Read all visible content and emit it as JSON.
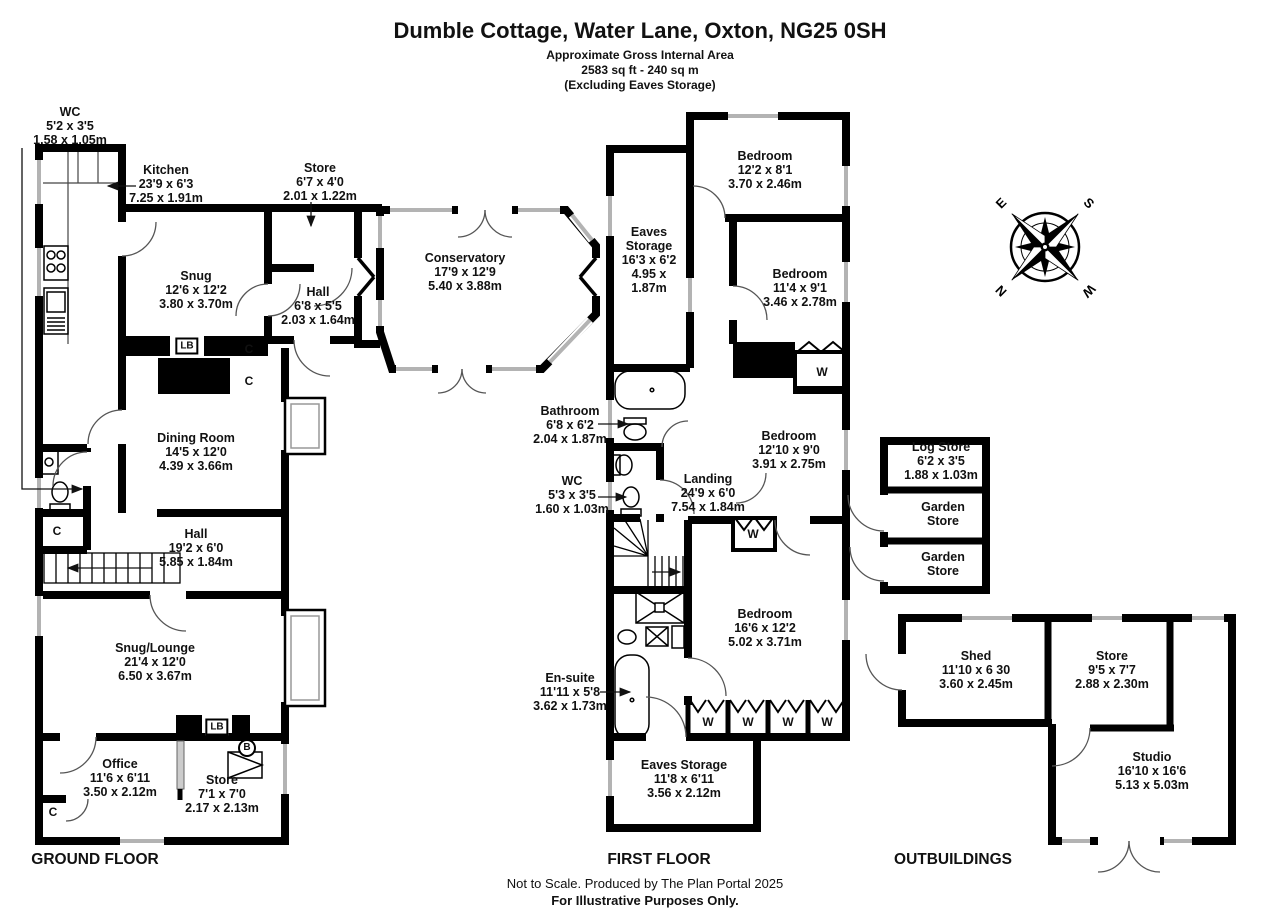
{
  "title": {
    "line1": "Dumble Cottage, Water Lane, Oxton, NG25 0SH",
    "line2": "Approximate Gross Internal Area",
    "line3": "2583 sq ft - 240 sq m",
    "line4": "(Excluding Eaves Storage)"
  },
  "floor_labels": {
    "ground": "GROUND FLOOR",
    "first": "FIRST FLOOR",
    "outbuildings": "OUTBUILDINGS"
  },
  "footer": {
    "line1": "Not to Scale. Produced by The Plan Portal 2025",
    "line2": "For Illustrative Purposes Only."
  },
  "rooms": {
    "g_wc": {
      "name": "WC",
      "ft": "5'2 x 3'5",
      "m": "1.58 x 1.05m"
    },
    "g_kitchen": {
      "name": "Kitchen",
      "ft": "23'9 x 6'3",
      "m": "7.25 x 1.91m"
    },
    "g_store": {
      "name": "Store",
      "ft": "6'7 x 4'0",
      "m": "2.01 x 1.22m"
    },
    "g_snug": {
      "name": "Snug",
      "ft": "12'6 x 12'2",
      "m": "3.80 x 3.70m"
    },
    "g_hall": {
      "name": "Hall",
      "ft": "6'8 x 5'5",
      "m": "2.03 x 1.64m"
    },
    "g_conservatory": {
      "name": "Conservatory",
      "ft": "17'9 x 12'9",
      "m": "5.40 x 3.88m"
    },
    "g_dining": {
      "name": "Dining Room",
      "ft": "14'5 x 12'0",
      "m": "4.39 x 3.66m"
    },
    "g_hall_long": {
      "name": "Hall",
      "ft": "19'2 x 6'0",
      "m": "5.85 x 1.84m"
    },
    "g_snug_lounge": {
      "name": "Snug/Lounge",
      "ft": "21'4 x 12'0",
      "m": "6.50 x 3.67m"
    },
    "g_office": {
      "name": "Office",
      "ft": "11'6 x 6'11",
      "m": "3.50 x 2.12m"
    },
    "g_store2": {
      "name": "Store",
      "ft": "7'1 x 7'0",
      "m": "2.17 x 2.13m"
    },
    "f_bed1": {
      "name": "Bedroom",
      "ft": "12'2 x 8'1",
      "m": "3.70 x 2.46m"
    },
    "f_eaves1": {
      "name": "Eaves Storage",
      "ft": "16'3 x 6'2",
      "m": "4.95 x 1.87m"
    },
    "f_bed2": {
      "name": "Bedroom",
      "ft": "11'4 x 9'1",
      "m": "3.46 x 2.78m"
    },
    "f_bath": {
      "name": "Bathroom",
      "ft": "6'8 x 6'2",
      "m": "2.04 x 1.87m"
    },
    "f_wc": {
      "name": "WC",
      "ft": "5'3 x 3'5",
      "m": "1.60 x 1.03m"
    },
    "f_landing": {
      "name": "Landing",
      "ft": "24'9 x 6'0",
      "m": "7.54 x 1.84m"
    },
    "f_bed3": {
      "name": "Bedroom",
      "ft": "12'10 x 9'0",
      "m": "3.91 x 2.75m"
    },
    "f_bed4": {
      "name": "Bedroom",
      "ft": "16'6 x 12'2",
      "m": "5.02 x 3.71m"
    },
    "f_ensuite": {
      "name": "En-suite",
      "ft": "11'11 x 5'8",
      "m": "3.62 x 1.73m"
    },
    "f_eaves2": {
      "name": "Eaves Storage",
      "ft": "11'8 x 6'11",
      "m": "3.56 x 2.12m"
    },
    "o_log": {
      "name": "Log Store",
      "ft": "6'2 x 3'5",
      "m": "1.88 x 1.03m"
    },
    "o_garden1": {
      "name": "Garden Store"
    },
    "o_garden2": {
      "name": "Garden Store"
    },
    "o_shed": {
      "name": "Shed",
      "ft": "11'10 x 6 30",
      "m": "3.60 x 2.45m"
    },
    "o_store": {
      "name": "Store",
      "ft": "9'5 x 7'7",
      "m": "2.88 x 2.30m"
    },
    "o_studio": {
      "name": "Studio",
      "ft": "16'10 x 16'6",
      "m": "5.13 x 5.03m"
    }
  },
  "markers": {
    "lb": "LB",
    "c": "C",
    "w": "W",
    "b": "B"
  },
  "compass": {
    "n": "N",
    "e": "E",
    "s": "S",
    "w": "W"
  },
  "colors": {
    "wall": "#000000",
    "window": "#b3b3b3",
    "door_arc": "#555555"
  }
}
